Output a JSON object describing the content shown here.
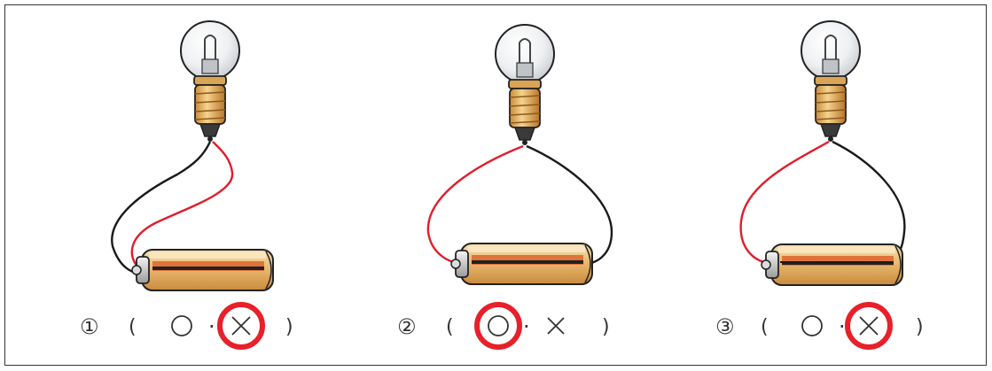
{
  "panels": [
    {
      "number": "①",
      "open_paren": "(",
      "close_paren": ")",
      "option_circle": "◯",
      "separator": "·",
      "option_cross": "×",
      "circled_answer": "cross"
    },
    {
      "number": "②",
      "open_paren": "(",
      "close_paren": ")",
      "option_circle": "◯",
      "separator": "·",
      "option_cross": "×",
      "circled_answer": "circle"
    },
    {
      "number": "③",
      "open_paren": "(",
      "close_paren": ")",
      "option_circle": "◯",
      "separator": "·",
      "option_cross": "×",
      "circled_answer": "cross"
    }
  ],
  "colors": {
    "red_wire": "#e01e2b",
    "black_wire": "#1a1a1a",
    "answer_ring": "#e8202a",
    "battery_copper": "#e07a3a",
    "battery_body": "#f3d49a",
    "bulb_base": "#e9b866"
  }
}
